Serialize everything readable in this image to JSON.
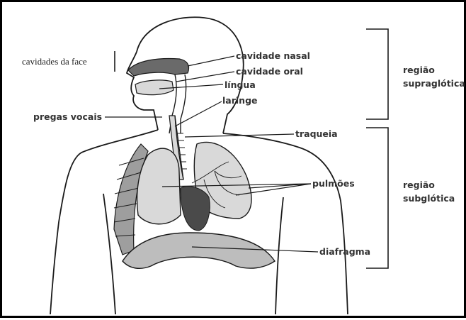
{
  "labels": {
    "face_cavities": "cavidades da face",
    "nasal_cavity": "cavidade nasal",
    "oral_cavity": "cavidade oral",
    "tongue": "língua",
    "larynx": "laringe",
    "vocal_folds": "pregas vocais",
    "trachea": "traqueia",
    "lungs": "pulmões",
    "diaphragm": "diafragma"
  },
  "regions": {
    "supraglottic_line1": "região",
    "supraglottic_line2": "supraglótica",
    "subglottic_line1": "região",
    "subglottic_line2": "subglótica"
  },
  "colors": {
    "outline": "#1a1a1a",
    "fill_light": "#d9d9d9",
    "fill_mid": "#bdbdbd",
    "fill_dark": "#4a4a4a",
    "text": "#333333"
  }
}
